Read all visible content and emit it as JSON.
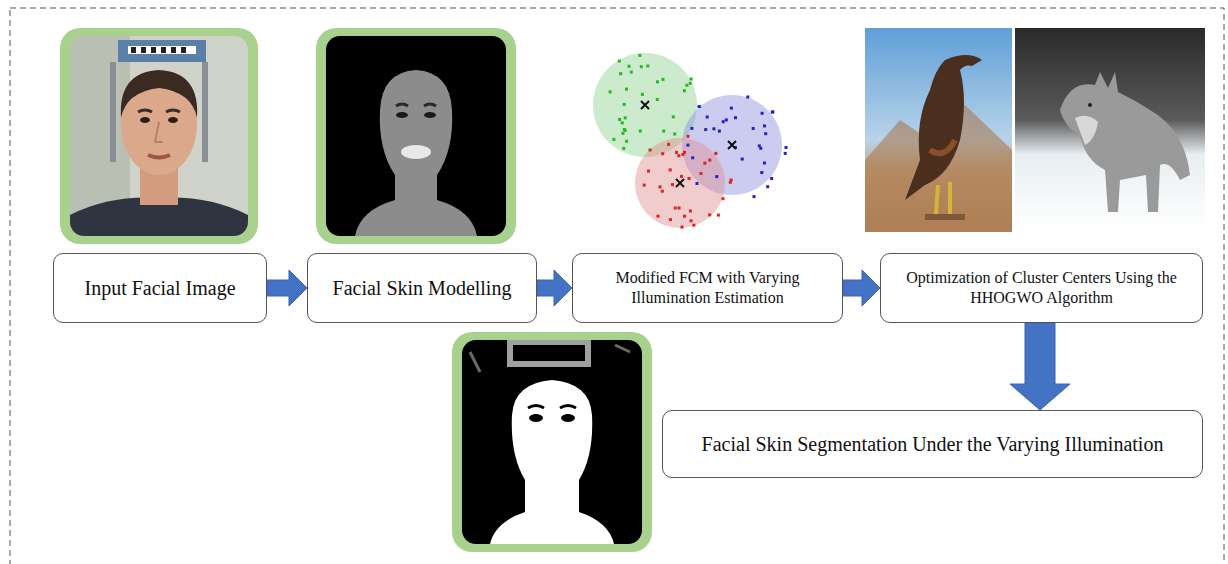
{
  "diagram": {
    "nodes": [
      {
        "text": [
          "Input Facial Image"
        ]
      },
      {
        "text": [
          "Facial Skin Modelling"
        ]
      },
      {
        "text": [
          "Modified FCM with Varying Illumination Estimation"
        ]
      },
      {
        "text": [
          "Optimization of Cluster Centers Using the HHOGWO Algorithm"
        ]
      },
      {
        "text": [
          "Facial Skin Segmentation Under the Varying Illumination"
        ]
      }
    ],
    "edges": [
      {
        "from": 0,
        "to": 1,
        "arrow": "to"
      },
      {
        "from": 1,
        "to": 2,
        "arrow": "to"
      },
      {
        "from": 2,
        "to": 3,
        "arrow": "to"
      },
      {
        "from": 3,
        "to": 4,
        "arrow": "to"
      }
    ]
  }
}
